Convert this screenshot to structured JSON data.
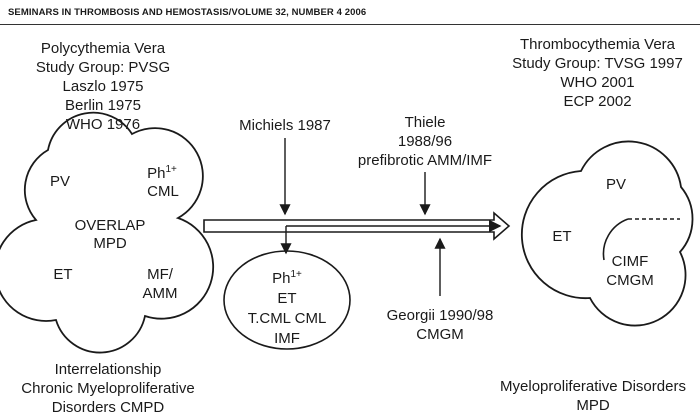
{
  "header": "SEMINARS IN THROMBOSIS AND HEMOSTASIS/VOLUME 32, NUMBER 4   2006",
  "pv_block": [
    "Polycythemia Vera",
    "Study Group: PVSG",
    "Laszlo 1975",
    "Berlin 1975",
    "WHO 1976"
  ],
  "tv_block": [
    "Thrombocythemia Vera",
    "Study Group: TVSG 1997",
    "WHO 2001",
    "ECP 2002"
  ],
  "michiels": "Michiels 1987",
  "thiele": [
    "Thiele",
    "1988/96",
    "prefibrotic AMM/IMF"
  ],
  "georgii": [
    "Georgii 1990/98",
    "CMGM"
  ],
  "left_cluster": {
    "pv": "PV",
    "ph": "Ph",
    "ph_sup": "1+",
    "cml": "CML",
    "overlap": [
      "OVERLAP",
      "MPD"
    ],
    "et": "ET",
    "mf": [
      "MF/",
      "AMM"
    ]
  },
  "ellipse": {
    "ph": "Ph",
    "ph_sup": "1+",
    "lines": [
      "ET",
      "T.CML CML",
      "IMF"
    ]
  },
  "right_cluster": {
    "pv": "PV",
    "et": "ET",
    "cimf": [
      "CIMF",
      "CMGM"
    ]
  },
  "bottom_left": [
    "Interrelationship",
    "Chronic Myeloproliferative",
    "Disorders CMPD"
  ],
  "bottom_right": [
    "Myeloproliferative Disorders",
    "MPD"
  ]
}
